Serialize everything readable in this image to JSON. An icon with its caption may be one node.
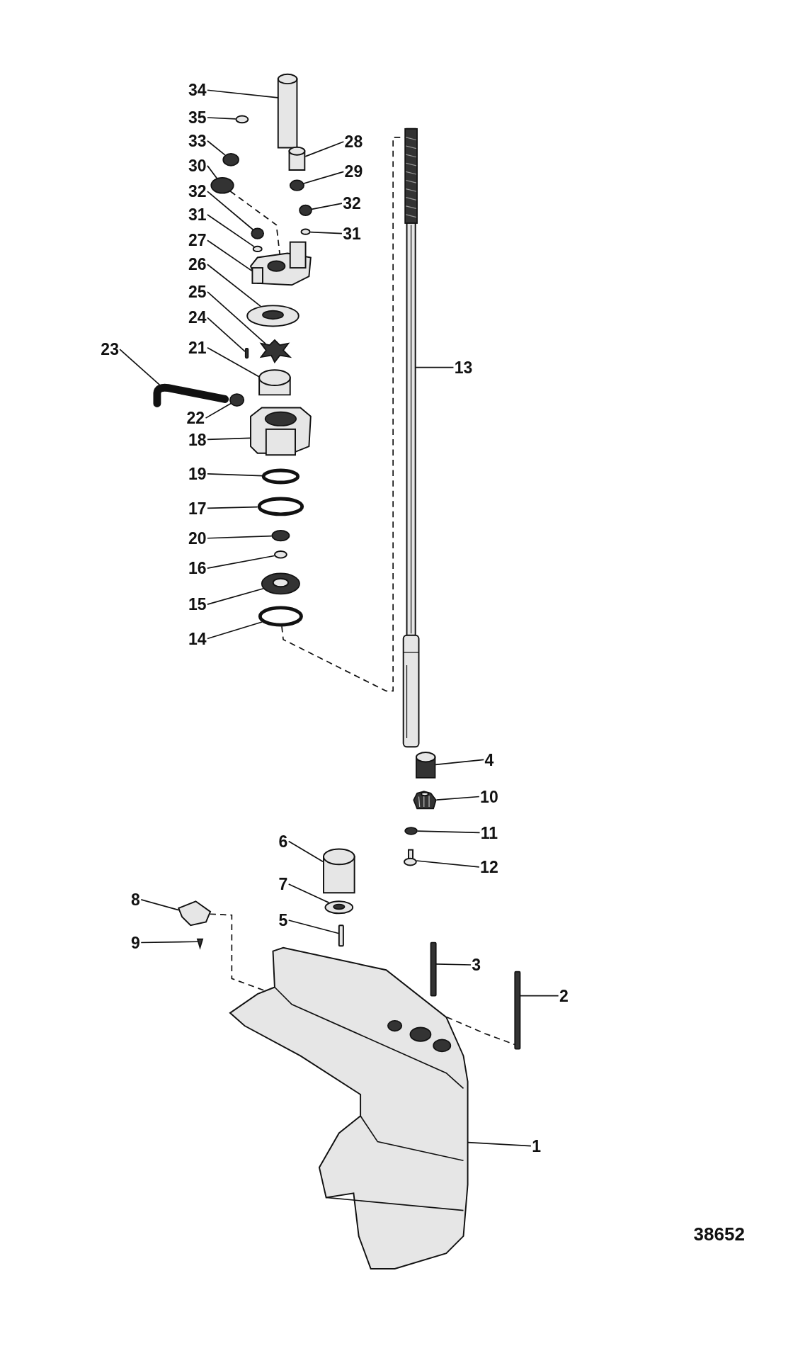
{
  "diagram": {
    "nodes": [
      {
        "text": [
          "34"
        ]
      },
      {
        "text": [
          "35"
        ]
      },
      {
        "text": [
          "28"
        ]
      },
      {
        "text": [
          "33"
        ]
      },
      {
        "text": [
          "29"
        ]
      },
      {
        "text": [
          "30"
        ]
      },
      {
        "text": [
          "32"
        ]
      },
      {
        "text": [
          "32"
        ]
      },
      {
        "text": [
          "31"
        ]
      },
      {
        "text": [
          "31"
        ]
      },
      {
        "text": [
          "27"
        ]
      },
      {
        "text": [
          "26"
        ]
      },
      {
        "text": [
          "25"
        ]
      },
      {
        "text": [
          "24"
        ]
      },
      {
        "text": [
          "21"
        ]
      },
      {
        "text": [
          "23"
        ]
      },
      {
        "text": [
          "13"
        ]
      },
      {
        "text": [
          "22"
        ]
      },
      {
        "text": [
          "18"
        ]
      },
      {
        "text": [
          "19"
        ]
      },
      {
        "text": [
          "17"
        ]
      },
      {
        "text": [
          "20"
        ]
      },
      {
        "text": [
          "16"
        ]
      },
      {
        "text": [
          "15"
        ]
      },
      {
        "text": [
          "14"
        ]
      },
      {
        "text": [
          "4"
        ]
      },
      {
        "text": [
          "10"
        ]
      },
      {
        "text": [
          "11"
        ]
      },
      {
        "text": [
          "6"
        ]
      },
      {
        "text": [
          "12"
        ]
      },
      {
        "text": [
          "7"
        ]
      },
      {
        "text": [
          "8"
        ]
      },
      {
        "text": [
          "5"
        ]
      },
      {
        "text": [
          "9"
        ]
      },
      {
        "text": [
          "3"
        ]
      },
      {
        "text": [
          "2"
        ]
      },
      {
        "text": [
          "1"
        ]
      },
      {
        "text": [],
        "shape": "cylinder"
      },
      {
        "text": [],
        "shape": "circle"
      },
      {
        "text": [],
        "shape": "cylinder"
      },
      {
        "text": [],
        "shape": "circle"
      },
      {
        "text": [],
        "shape": "circle"
      },
      {
        "text": [],
        "shape": "circle"
      },
      {
        "text": [],
        "shape": "circle"
      },
      {
        "text": [],
        "shape": "circle"
      },
      {
        "text": [],
        "shape": "circle"
      },
      {
        "text": [],
        "shape": "circle"
      },
      {
        "text": [],
        "shape": "picture"
      },
      {
        "text": [],
        "shape": "circle"
      },
      {
        "text": [],
        "shape": "picture"
      },
      {
        "text": [],
        "shape": "bar"
      },
      {
        "text": [],
        "shape": "cylinder"
      },
      {
        "text": [],
        "shape": "picture"
      },
      {
        "text": [],
        "shape": "picture"
      },
      {
        "text": [],
        "shape": "circle"
      },
      {
        "text": [],
        "shape": "picture"
      },
      {
        "text": [],
        "shape": "circle"
      },
      {
        "text": [],
        "shape": "circle"
      },
      {
        "text": [],
        "shape": "circle"
      },
      {
        "text": [],
        "shape": "circle"
      },
      {
        "text": [],
        "shape": "circle"
      },
      {
        "text": [],
        "shape": "circle"
      },
      {
        "text": [],
        "shape": "cylinder"
      },
      {
        "text": [],
        "shape": "picture"
      },
      {
        "text": [],
        "shape": "circle"
      },
      {
        "text": [],
        "shape": "cylinder"
      },
      {
        "text": [],
        "shape": "picture"
      },
      {
        "text": [],
        "shape": "circle"
      },
      {
        "text": [],
        "shape": "picture"
      },
      {
        "text": [],
        "shape": "bar"
      },
      {
        "text": [],
        "shape": "picture"
      },
      {
        "text": [],
        "shape": "bar"
      },
      {
        "text": [],
        "shape": "bar"
      },
      {
        "text": [],
        "shape": "picture"
      }
    ],
    "edges": [
      {
        "from": 0,
        "to": 37,
        "arrow": "none"
      },
      {
        "from": 1,
        "to": 38,
        "arrow": "none"
      },
      {
        "from": 2,
        "to": 39,
        "arrow": "none"
      },
      {
        "from": 3,
        "to": 40,
        "arrow": "none"
      },
      {
        "from": 4,
        "to": 41,
        "arrow": "none"
      },
      {
        "from": 5,
        "to": 42,
        "arrow": "none"
      },
      {
        "from": 6,
        "to": 43,
        "arrow": "none"
      },
      {
        "from": 7,
        "to": 44,
        "arrow": "none"
      },
      {
        "from": 8,
        "to": 45,
        "arrow": "none"
      },
      {
        "from": 9,
        "to": 46,
        "arrow": "none"
      },
      {
        "from": 10,
        "to": 47,
        "arrow": "none"
      },
      {
        "from": 11,
        "to": 48,
        "arrow": "none"
      },
      {
        "from": 12,
        "to": 49,
        "arrow": "none"
      },
      {
        "from": 13,
        "to": 50,
        "arrow": "none"
      },
      {
        "from": 14,
        "to": 51,
        "arrow": "none"
      },
      {
        "from": 15,
        "to": 52,
        "arrow": "none"
      },
      {
        "from": 16,
        "to": 53,
        "arrow": "none"
      },
      {
        "from": 17,
        "to": 54,
        "arrow": "none"
      },
      {
        "from": 18,
        "to": 55,
        "arrow": "none"
      },
      {
        "from": 19,
        "to": 56,
        "arrow": "none"
      },
      {
        "from": 20,
        "to": 57,
        "arrow": "none"
      },
      {
        "from": 21,
        "to": 58,
        "arrow": "none"
      },
      {
        "from": 22,
        "to": 59,
        "arrow": "none"
      },
      {
        "from": 23,
        "to": 60,
        "arrow": "none"
      },
      {
        "from": 24,
        "to": 61,
        "arrow": "none"
      },
      {
        "from": 25,
        "to": 62,
        "arrow": "none"
      },
      {
        "from": 26,
        "to": 63,
        "arrow": "none"
      },
      {
        "from": 27,
        "to": 64,
        "arrow": "none"
      },
      {
        "from": 28,
        "to": 65,
        "arrow": "none"
      },
      {
        "from": 29,
        "to": 66,
        "arrow": "none"
      },
      {
        "from": 30,
        "to": 67,
        "arrow": "none"
      },
      {
        "from": 31,
        "to": 68,
        "arrow": "none"
      },
      {
        "from": 32,
        "to": 69,
        "arrow": "none"
      },
      {
        "from": 33,
        "to": 70,
        "arrow": "none"
      },
      {
        "from": 34,
        "to": 71,
        "arrow": "none"
      },
      {
        "from": 35,
        "to": 72,
        "arrow": "none"
      },
      {
        "from": 36,
        "to": 73,
        "arrow": "none"
      },
      {
        "from": 42,
        "to": 47,
        "arrow": "none",
        "style": "dashed"
      },
      {
        "from": 61,
        "to": 53,
        "arrow": "none",
        "style": "dashed"
      },
      {
        "from": 68,
        "to": 73,
        "arrow": "none",
        "style": "dashed"
      },
      {
        "from": 73,
        "to": 72,
        "arrow": "none",
        "style": "dashed"
      }
    ],
    "labels": [
      "38652"
    ]
  }
}
